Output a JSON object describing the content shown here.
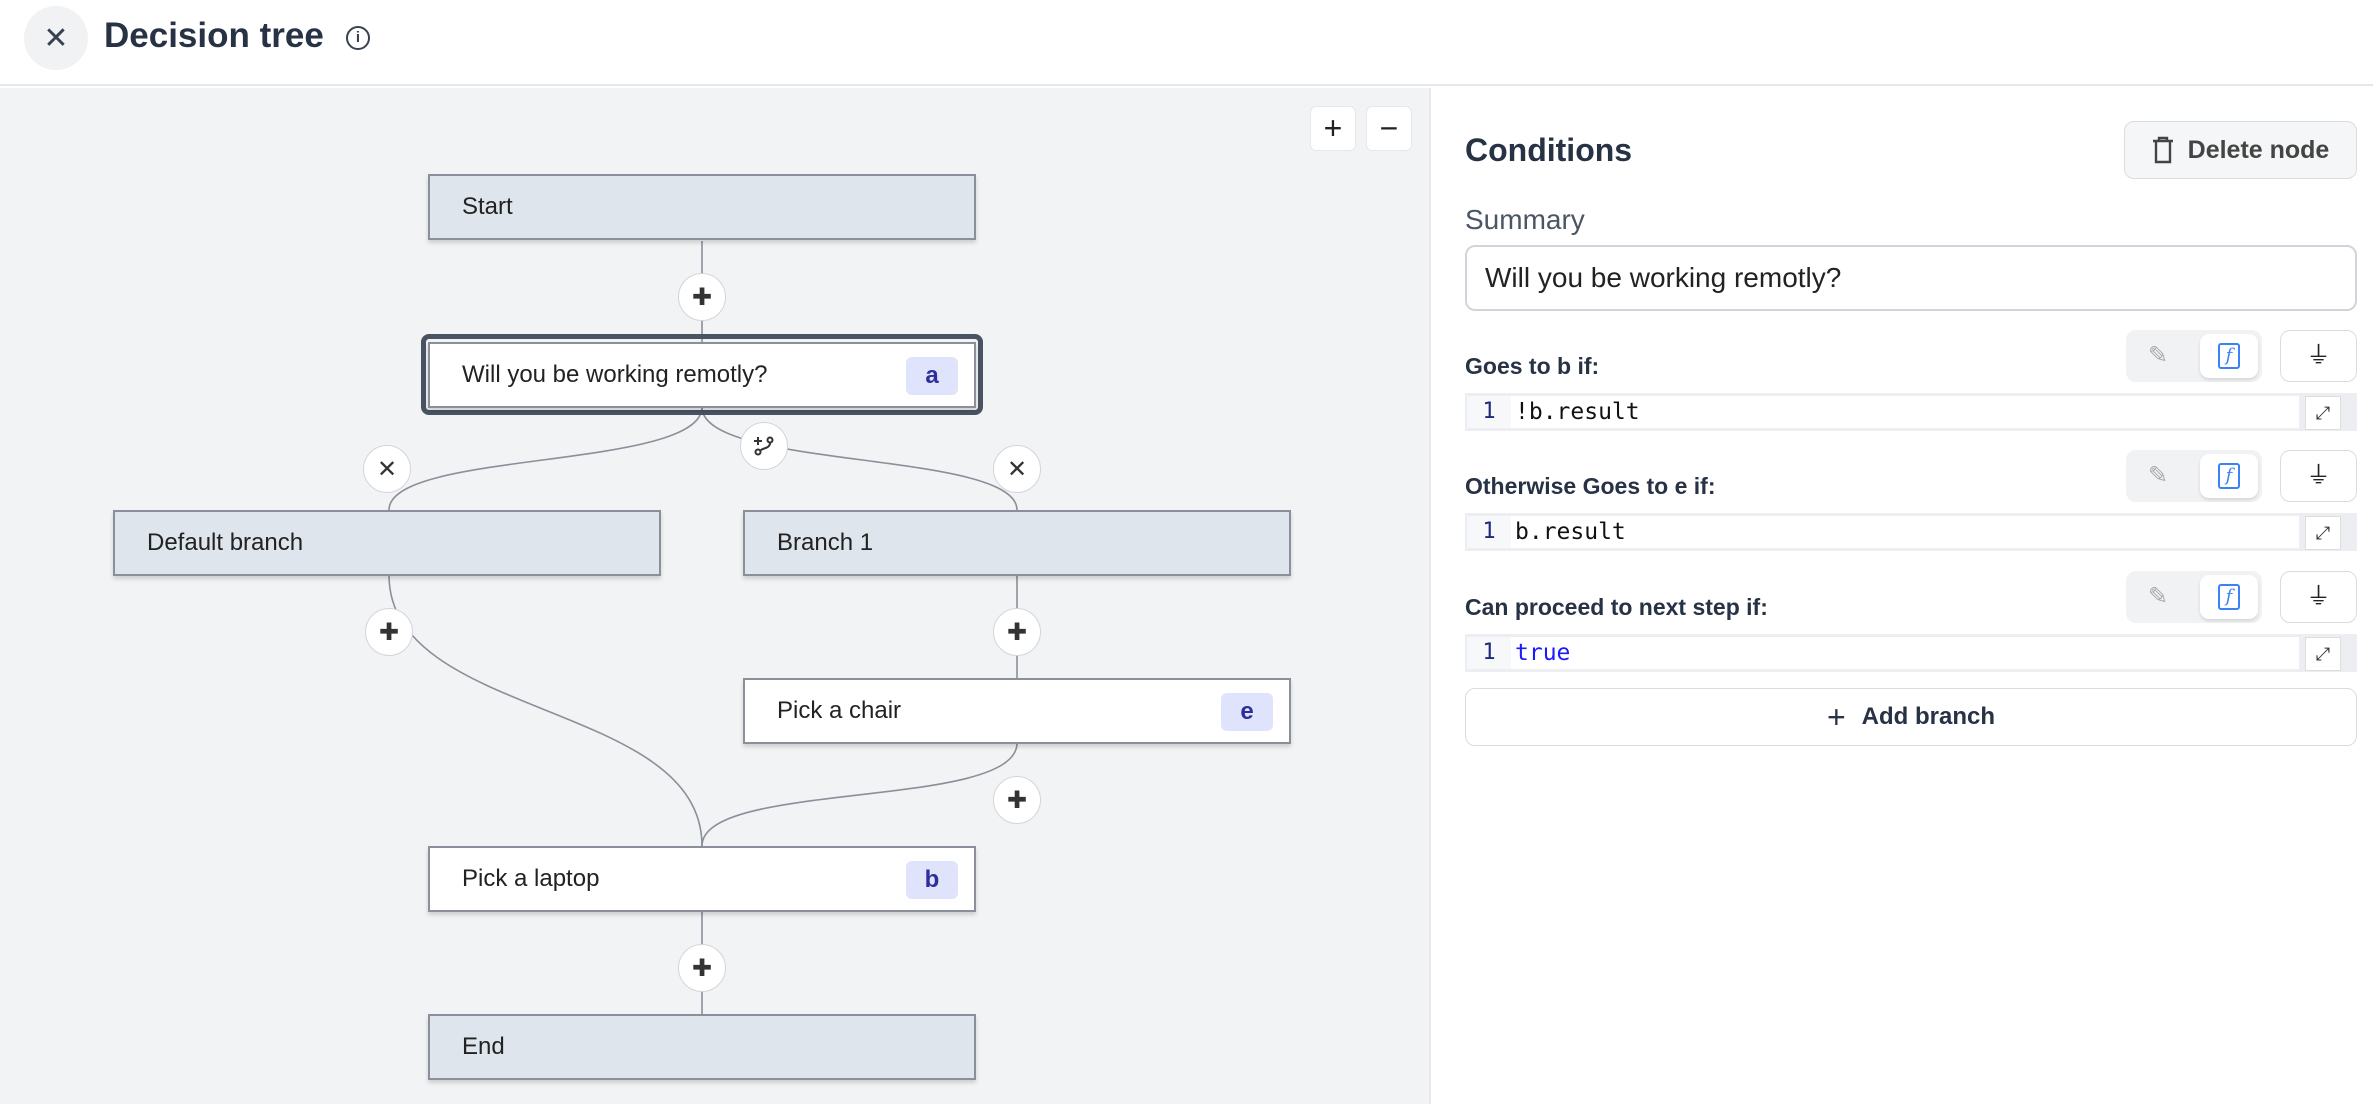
{
  "header": {
    "title": "Decision tree",
    "close_icon": "close-icon",
    "info_icon": "info-icon"
  },
  "canvas": {
    "zoom_in": "+",
    "zoom_out": "−",
    "nodes": {
      "start": {
        "label": "Start"
      },
      "question": {
        "label": "Will you be working remotly?",
        "badge": "a",
        "selected": true
      },
      "default_branch": {
        "label": "Default branch"
      },
      "branch1": {
        "label": "Branch 1"
      },
      "chair": {
        "label": "Pick a chair",
        "badge": "e"
      },
      "laptop": {
        "label": "Pick a laptop",
        "badge": "b"
      },
      "end": {
        "label": "End"
      }
    }
  },
  "panel": {
    "title": "Conditions",
    "delete_label": "Delete node",
    "summary_label": "Summary",
    "summary_value": "Will you be working remotly?",
    "conditions": [
      {
        "label": "Goes to b if:",
        "line": "1",
        "code": "!b.result"
      },
      {
        "label": "Otherwise Goes to e if:",
        "line": "1",
        "code": "b.result"
      },
      {
        "label": "Can proceed to next step if:",
        "line": "1",
        "code": "true"
      }
    ],
    "add_branch_label": "Add branch"
  },
  "colors": {
    "accent": "#3b82f6",
    "badge_bg": "#dfe3fb",
    "badge_text": "#2d2e9c",
    "node_gray": "#dfe5ed"
  }
}
